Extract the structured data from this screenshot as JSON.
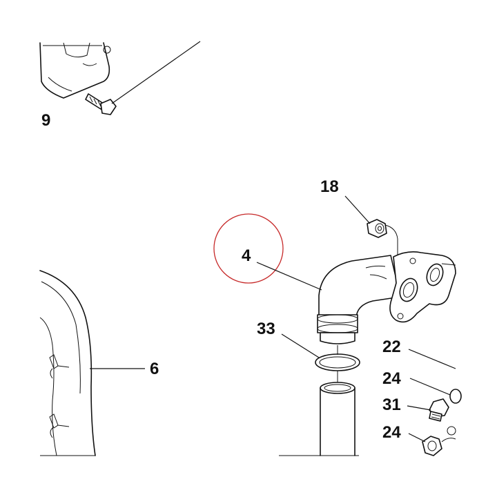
{
  "diagram": {
    "callouts": {
      "c9": "9",
      "c18": "18",
      "c4": "4",
      "c33": "33",
      "c6": "6",
      "c22": "22",
      "c24a": "24",
      "c31": "31",
      "c24b": "24"
    },
    "highlight": {
      "target": "4",
      "color": "#c62828"
    }
  }
}
